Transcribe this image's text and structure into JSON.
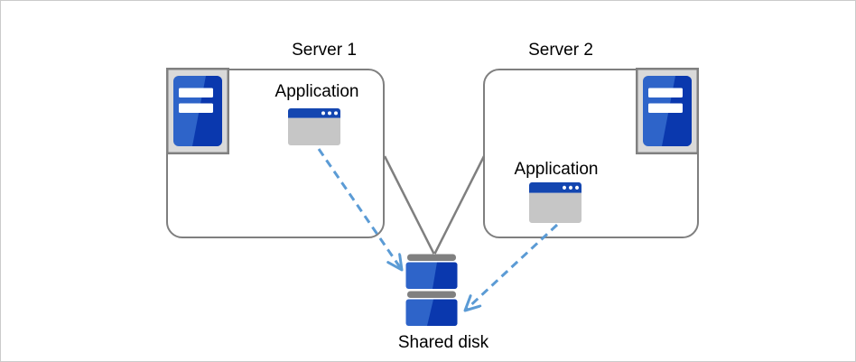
{
  "diagram": {
    "servers": [
      {
        "title": "Server 1",
        "app_label": "Application"
      },
      {
        "title": "Server 2",
        "app_label": "Application"
      }
    ],
    "shared_disk_label": "Shared disk",
    "icons": {
      "server_tower": "server-tower-icon",
      "application_window": "application-window-icon",
      "shared_disk": "shared-disk-icon",
      "connector": "solid-gray-connector-line",
      "access_arrow": "blue-dashed-arrow"
    },
    "colors": {
      "box_border": "#7f7f7f",
      "connector_line": "#7f7f7f",
      "dashed_arrow": "#5b9bd5",
      "server_blue_light": "#2e64c9",
      "server_blue_dark": "#0a38ae",
      "icon_frame_fill": "#d9d9d9",
      "icon_frame_border": "#808080",
      "window_titlebar_blue": "#1446b0",
      "window_body_gray": "#c6c6c6",
      "disk_cap_gray": "#808080",
      "label_text": "#000000",
      "canvas_background": "#ffffff",
      "canvas_border": "#cbcbcb"
    }
  }
}
